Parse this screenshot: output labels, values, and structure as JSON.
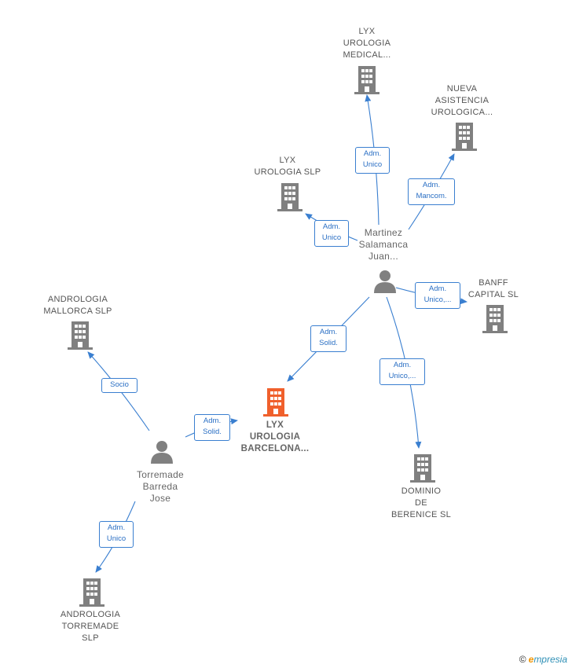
{
  "nodes": {
    "lyx_medical": {
      "lines": [
        "LYX",
        "UROLOGIA",
        "MEDICAL..."
      ]
    },
    "nueva": {
      "lines": [
        "NUEVA",
        "ASISTENCIA",
        "UROLOGICA..."
      ]
    },
    "lyx_slp": {
      "lines": [
        "LYX",
        "UROLOGIA  SLP"
      ]
    },
    "martinez": {
      "lines": [
        "Martinez",
        "Salamanca",
        "Juan..."
      ]
    },
    "banff": {
      "lines": [
        "BANFF",
        "CAPITAL  SL"
      ]
    },
    "andro_mallorca": {
      "lines": [
        "ANDROLOGIA",
        "MALLORCA  SLP"
      ]
    },
    "lyx_barcelona": {
      "lines": [
        "LYX",
        "UROLOGIA",
        "BARCELONA..."
      ]
    },
    "torremade": {
      "lines": [
        "Torremade",
        "Barreda",
        "Jose"
      ]
    },
    "dominio": {
      "lines": [
        "DOMINIO",
        "DE",
        "BERENICE  SL"
      ]
    },
    "andro_torremade": {
      "lines": [
        "ANDROLOGIA",
        "TORREMADE",
        "SLP"
      ]
    }
  },
  "edges": {
    "e1": {
      "lines": [
        "Adm.",
        "Unico"
      ]
    },
    "e2": {
      "lines": [
        "Adm.",
        "Mancom."
      ]
    },
    "e3": {
      "lines": [
        "Adm.",
        "Unico"
      ]
    },
    "e4": {
      "lines": [
        "Adm.",
        "Unico,..."
      ]
    },
    "e5": {
      "lines": [
        "Adm.",
        "Solid."
      ]
    },
    "e6": {
      "lines": [
        "Adm.",
        "Unico,..."
      ]
    },
    "e7": {
      "lines": [
        "Socio"
      ]
    },
    "e8": {
      "lines": [
        "Adm.",
        "Solid."
      ]
    },
    "e9": {
      "lines": [
        "Adm.",
        "Unico"
      ]
    }
  },
  "colors": {
    "edge": "#3a7fd0",
    "icon": "#808080",
    "focus_icon": "#f0602c"
  },
  "footer": {
    "copyright": "©",
    "brand_e": "e",
    "brand_rest": "mpresia"
  }
}
